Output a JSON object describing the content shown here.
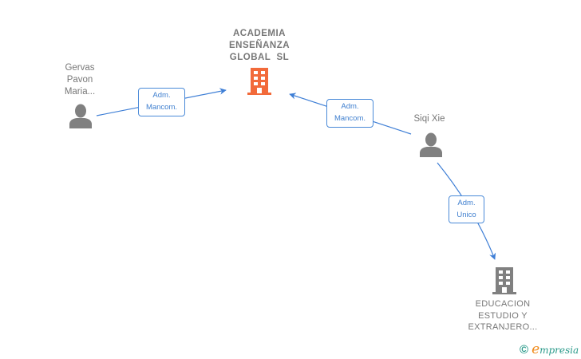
{
  "nodes": {
    "company_main": {
      "name_lines": [
        "ACADEMIA",
        "ENSEÑANZA",
        "GLOBAL  SL"
      ],
      "type": "company",
      "icon": "building-icon",
      "color": "#f26a3a"
    },
    "person_gervas": {
      "name_lines": [
        "Gervas",
        "Pavon",
        "Maria..."
      ],
      "type": "person",
      "icon": "person-icon",
      "color": "#808080"
    },
    "person_siqi": {
      "name_lines": [
        "Siqi Xie"
      ],
      "type": "person",
      "icon": "person-icon",
      "color": "#808080"
    },
    "company_educacion": {
      "name_lines": [
        "EDUCACION",
        "ESTUDIO Y",
        "EXTRANJERO..."
      ],
      "type": "company",
      "icon": "building-icon",
      "color": "#808080"
    }
  },
  "edges": [
    {
      "from": "person_gervas",
      "to": "company_main",
      "label_lines": [
        "Adm.",
        "Mancom."
      ]
    },
    {
      "from": "person_siqi",
      "to": "company_main",
      "label_lines": [
        "Adm.",
        "Mancom."
      ]
    },
    {
      "from": "person_siqi",
      "to": "company_educacion",
      "label_lines": [
        "Adm.",
        "Unico"
      ]
    }
  ],
  "colors": {
    "edge": "#3f7fd6"
  },
  "brand": {
    "copyright": "©",
    "initial": "e",
    "rest": "mpresia"
  }
}
